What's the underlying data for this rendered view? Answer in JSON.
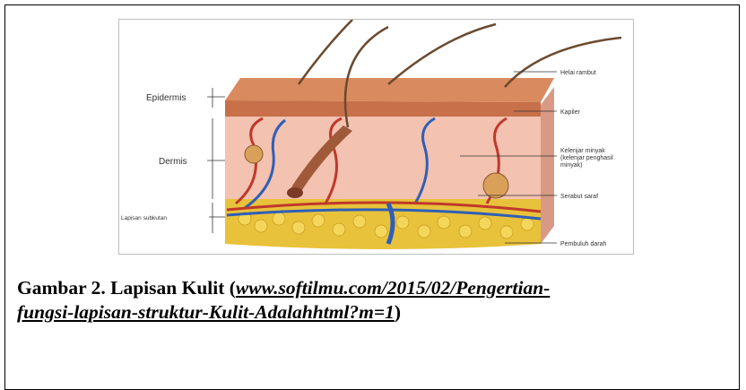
{
  "figure": {
    "labels": {
      "epidermis": "Epidermis",
      "dermis": "Dermis",
      "subcutan": "Lapisan subkutan",
      "rambut": "Helai rambut",
      "kapiler": "Kapiler",
      "minyak_1": "Kelenjar minyak",
      "minyak_2": "(kelenjar penghasil",
      "minyak_3": "minyak)",
      "saraf": "Serabut saraf",
      "darah": "Pembuluh darah"
    }
  },
  "caption": {
    "prefix": "Gambar 2. Lapisan Kulit (",
    "link_text_line1": "www.softilmu.com/2015/02/Pengertian-",
    "link_text_line2": "fungsi-lapisan-struktur-Kulit-Adalahhtml?m=1",
    "suffix": ")"
  }
}
